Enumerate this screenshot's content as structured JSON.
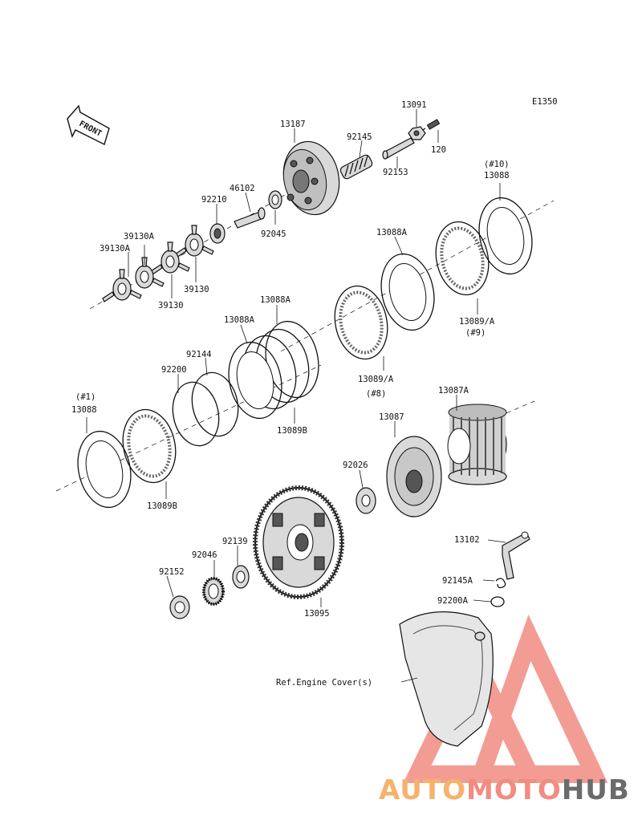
{
  "diagram": {
    "code": "E1350",
    "front_label": "FRONT",
    "ref_note": "Ref.Engine Cover(s)",
    "parts": [
      {
        "id": "p13091",
        "label": "13091"
      },
      {
        "id": "p120",
        "label": "120"
      },
      {
        "id": "p13187",
        "label": "13187"
      },
      {
        "id": "p92145",
        "label": "92145"
      },
      {
        "id": "p92153",
        "label": "92153"
      },
      {
        "id": "p46102",
        "label": "46102"
      },
      {
        "id": "p92210",
        "label": "92210"
      },
      {
        "id": "p92045",
        "label": "92045"
      },
      {
        "id": "p39130A_a",
        "label": "39130A"
      },
      {
        "id": "p39130A_b",
        "label": "39130A"
      },
      {
        "id": "p39130_a",
        "label": "39130"
      },
      {
        "id": "p39130_b",
        "label": "39130"
      },
      {
        "id": "p10note",
        "label": "(#10)"
      },
      {
        "id": "p13088_top",
        "label": "13088"
      },
      {
        "id": "p13088A_1",
        "label": "13088A"
      },
      {
        "id": "p13089A_9",
        "label": "13089/A"
      },
      {
        "id": "p9note",
        "label": "(#9)"
      },
      {
        "id": "p13088A_2",
        "label": "13088A"
      },
      {
        "id": "p13088A_3",
        "label": "13088A"
      },
      {
        "id": "p92144",
        "label": "92144"
      },
      {
        "id": "p92200",
        "label": "92200"
      },
      {
        "id": "p13089A_8",
        "label": "13089/A"
      },
      {
        "id": "p8note",
        "label": "(#8)"
      },
      {
        "id": "p13089B_a",
        "label": "13089B"
      },
      {
        "id": "p1note",
        "label": "(#1)"
      },
      {
        "id": "p13088_bot",
        "label": "13088"
      },
      {
        "id": "p13089B_b",
        "label": "13089B"
      },
      {
        "id": "p13087A",
        "label": "13087A"
      },
      {
        "id": "p13087",
        "label": "13087"
      },
      {
        "id": "p92026",
        "label": "92026"
      },
      {
        "id": "p13102",
        "label": "13102"
      },
      {
        "id": "p92145A",
        "label": "92145A"
      },
      {
        "id": "p92200A",
        "label": "92200A"
      },
      {
        "id": "p92139",
        "label": "92139"
      },
      {
        "id": "p92046",
        "label": "92046"
      },
      {
        "id": "p92152",
        "label": "92152"
      },
      {
        "id": "p13095",
        "label": "13095"
      }
    ]
  },
  "watermark": {
    "text_orange": "AUTO",
    "text_red": "MOTO",
    "text_dark": "HUB",
    "color_orange": "#f6b26b",
    "color_red": "#f28b82",
    "color_dark": "#6b6b6b"
  }
}
